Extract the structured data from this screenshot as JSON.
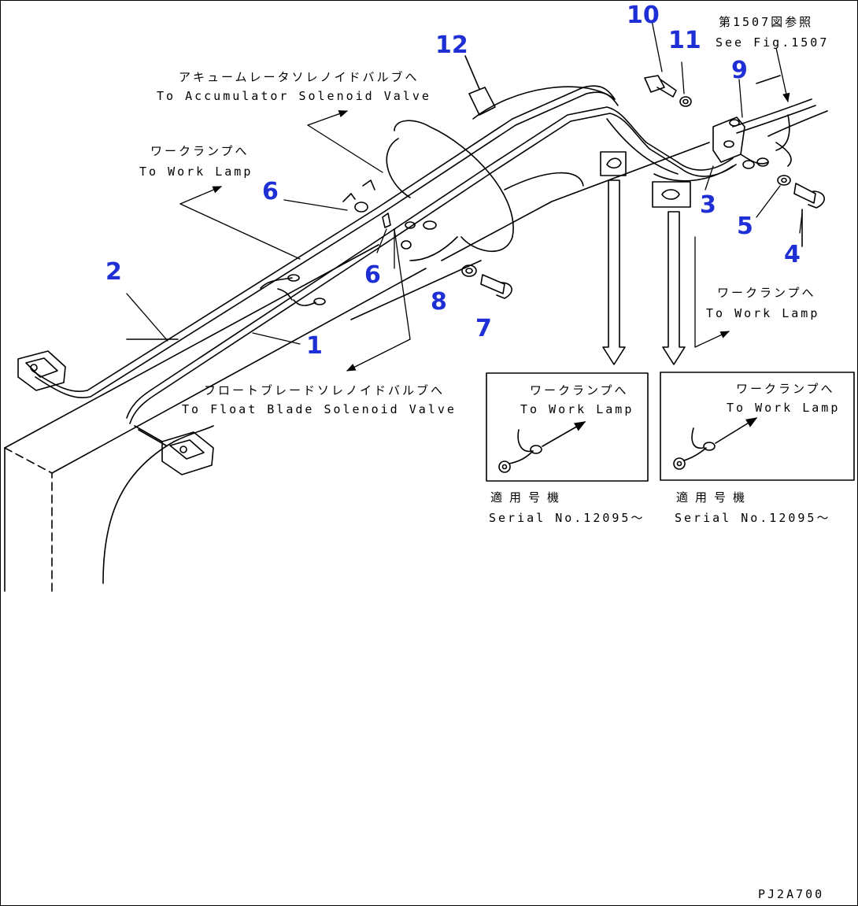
{
  "callouts": {
    "n1": "1",
    "n2": "2",
    "n3": "3",
    "n4": "4",
    "n5": "5",
    "n6a": "6",
    "n6b": "6",
    "n7": "7",
    "n8": "8",
    "n9": "9",
    "n10": "10",
    "n11": "11",
    "n12": "12"
  },
  "labels": {
    "ref_jp": "第1507図参照",
    "ref_en": "See Fig.1507",
    "accum_jp": "アキュームレータソレノイドバルブへ",
    "accum_en": "To Accumulator Solenoid Valve",
    "lamp1_jp": "ワークランプへ",
    "lamp1_en": "To Work Lamp",
    "lamp2_jp": "ワークランプへ",
    "lamp2_en": "To Work Lamp",
    "float_jp": "フロートブレードソレノイドバルブへ",
    "float_en": "To Float Blade Solenoid Valve"
  },
  "insets": [
    {
      "jp": "ワークランプへ",
      "en": "To Work Lamp",
      "serial_jp": "適用号機",
      "serial_en": "Serial No.12095～"
    },
    {
      "jp": "ワークランプへ",
      "en": "To Work Lamp",
      "serial_jp": "適用号機",
      "serial_en": "Serial No.12095～"
    }
  ],
  "footer": {
    "code": "PJ2A700"
  },
  "colors": {
    "callout": "#1f2fd6",
    "line": "#000000"
  }
}
